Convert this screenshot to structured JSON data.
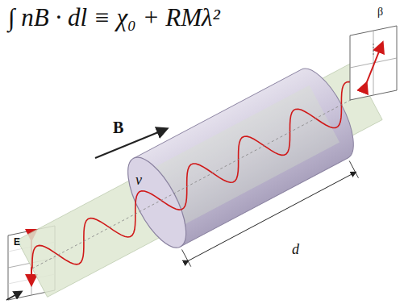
{
  "diagram": {
    "labels": [
      "∫ nB · dl ≡ χ₀ + RMλ²",
      "B",
      "ν",
      "d",
      "E",
      "β"
    ]
  }
}
